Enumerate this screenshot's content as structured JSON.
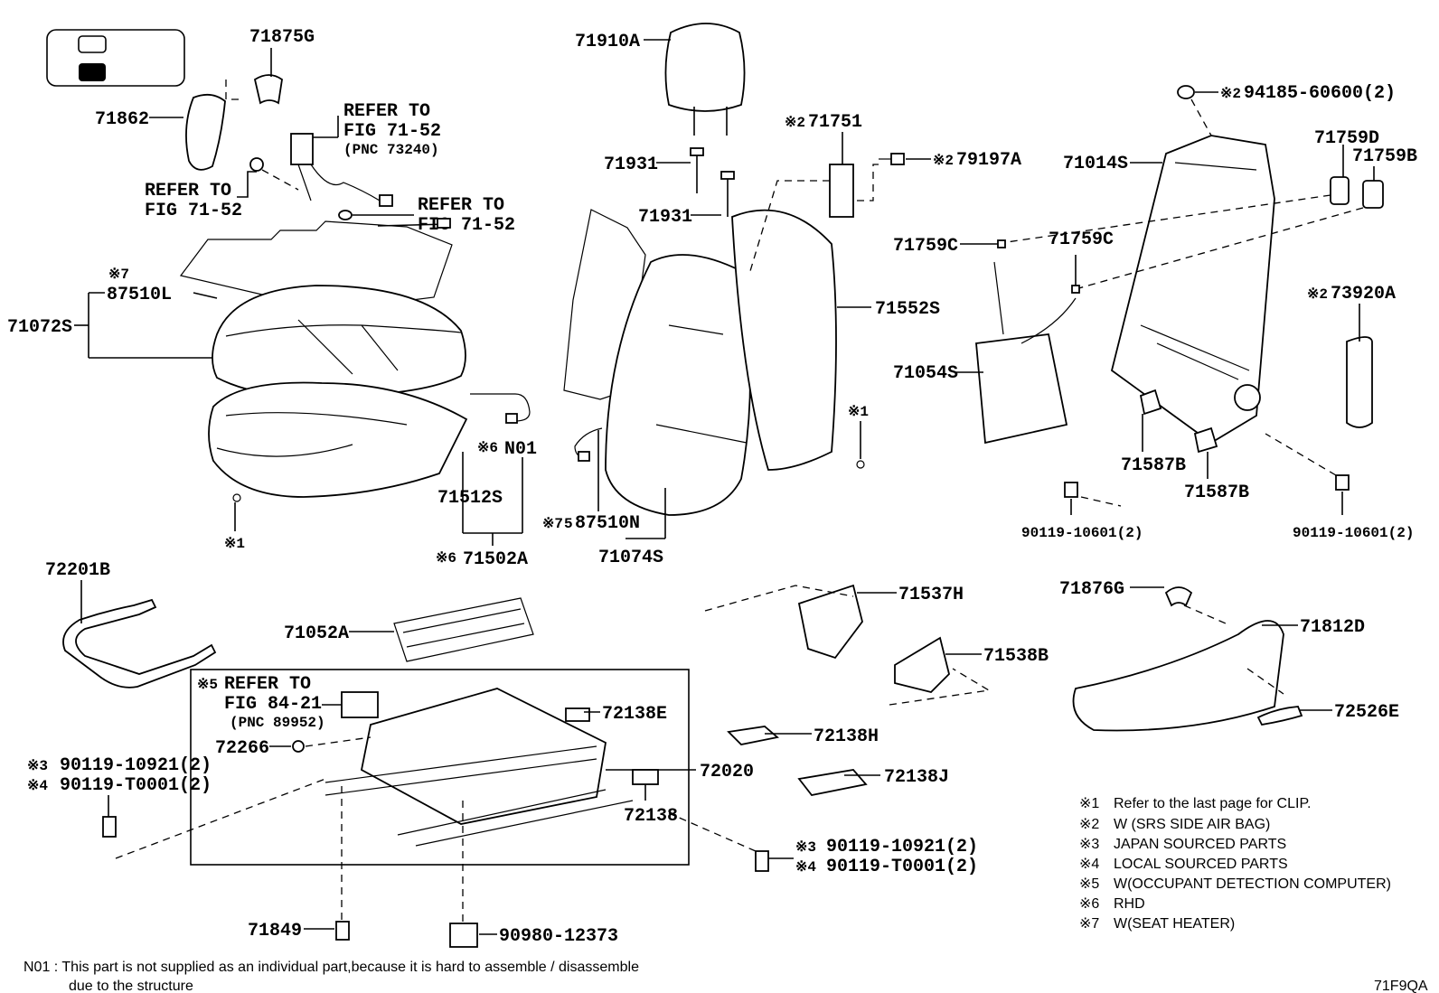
{
  "diagram_id": "71F9QA",
  "legend_box": {
    "items": [
      "",
      ""
    ]
  },
  "parts": {
    "p71875G": "71875G",
    "p71862": "71862",
    "refer1_a": "REFER TO",
    "refer1_b": "FIG 71-52",
    "refer1_c": "(PNC 73240)",
    "refer2_a": "REFER TO",
    "refer2_b": "FIG 71-52",
    "refer3_a": "REFER TO",
    "refer3_b": "FIG 71-52",
    "p71910A": "71910A",
    "p71931a": "71931",
    "p71931b": "71931",
    "p71751_mark": "※2",
    "p71751": "71751",
    "p79197A_mark": "※2",
    "p79197A": "79197A",
    "p94185_mark": "※2",
    "p94185": "94185-60600(2)",
    "p71014S": "71014S",
    "p71759D": "71759D",
    "p71759B": "71759B",
    "p71759C_a": "71759C",
    "p71759C_b": "71759C",
    "p71552S": "71552S",
    "p73920A_mark": "※2",
    "p73920A": "73920A",
    "p71054S": "71054S",
    "p87510L_mark": "※7",
    "p87510L": "87510L",
    "p71072S": "71072S",
    "clip_mark_a": "※1",
    "clip_mark_b": "※1",
    "pN01_mark": "※6",
    "pN01": "N01",
    "p71512S": "71512S",
    "p71502A_mark": "※6",
    "p71502A": "71502A",
    "p87510N_mark": "※7",
    "p87510N_mark2": "5",
    "p87510N": "87510N",
    "p71074S": "71074S",
    "p71587B_a": "71587B",
    "p71587B_b": "71587B",
    "p90119_10601_a": "90119-10601(2)",
    "p90119_10601_b": "90119-10601(2)",
    "p72201B": "72201B",
    "p71052A": "71052A",
    "p71537H": "71537H",
    "p71538B": "71538B",
    "p71876G": "71876G",
    "p71812D": "71812D",
    "p72526E": "72526E",
    "refer4_mark": "※5",
    "refer4_a": "REFER TO",
    "refer4_b": "FIG 84-21",
    "refer4_c": "(PNC 89952)",
    "p72138E": "72138E",
    "p72266": "72266",
    "p72138H": "72138H",
    "p72020": "72020",
    "p72138J": "72138J",
    "p72138": "72138",
    "left_bolt_mark3": "※3",
    "left_bolt_3": "90119-10921(2)",
    "left_bolt_mark4": "※4",
    "left_bolt_4": "90119-T0001(2)",
    "right_bolt_mark3": "※3",
    "right_bolt_3": "90119-10921(2)",
    "right_bolt_mark4": "※4",
    "right_bolt_4": "90119-T0001(2)",
    "p71849": "71849",
    "p90980": "90980-12373"
  },
  "notes": [
    {
      "mark": "※1",
      "text": "Refer to the last page for CLIP."
    },
    {
      "mark": "※2",
      "text": "W (SRS SIDE AIR BAG)"
    },
    {
      "mark": "※3",
      "text": "JAPAN SOURCED PARTS"
    },
    {
      "mark": "※4",
      "text": "LOCAL SOURCED PARTS"
    },
    {
      "mark": "※5",
      "text": "W(OCCUPANT DETECTION COMPUTER)"
    },
    {
      "mark": "※6",
      "text": "RHD"
    },
    {
      "mark": "※7",
      "text": "W(SEAT HEATER)"
    }
  ],
  "footnote": {
    "line1": "N01 : This part is not supplied as an individual part,because it is hard to assemble / disassemble",
    "line2": "due to the structure"
  }
}
